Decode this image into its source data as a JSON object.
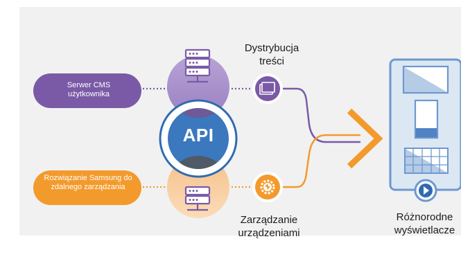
{
  "sources": {
    "cms": "Serwer CMS użytkownika",
    "samsung": "Rozwiązanie Samsung do zdalnego zarządzania"
  },
  "hub": {
    "label": "API"
  },
  "functions": {
    "content": "Dystrybucja treści",
    "device": "Zarządzanie urządzeniami"
  },
  "target": {
    "label": "Różnorodne wyświetlacze"
  },
  "colors": {
    "purple": "#7a5aa6",
    "purple_light": "#a58ec8",
    "orange": "#f39a2c",
    "orange_light": "#f8c793",
    "api_blue": "#2f6bb0",
    "display_blue": "#6c98cf"
  }
}
